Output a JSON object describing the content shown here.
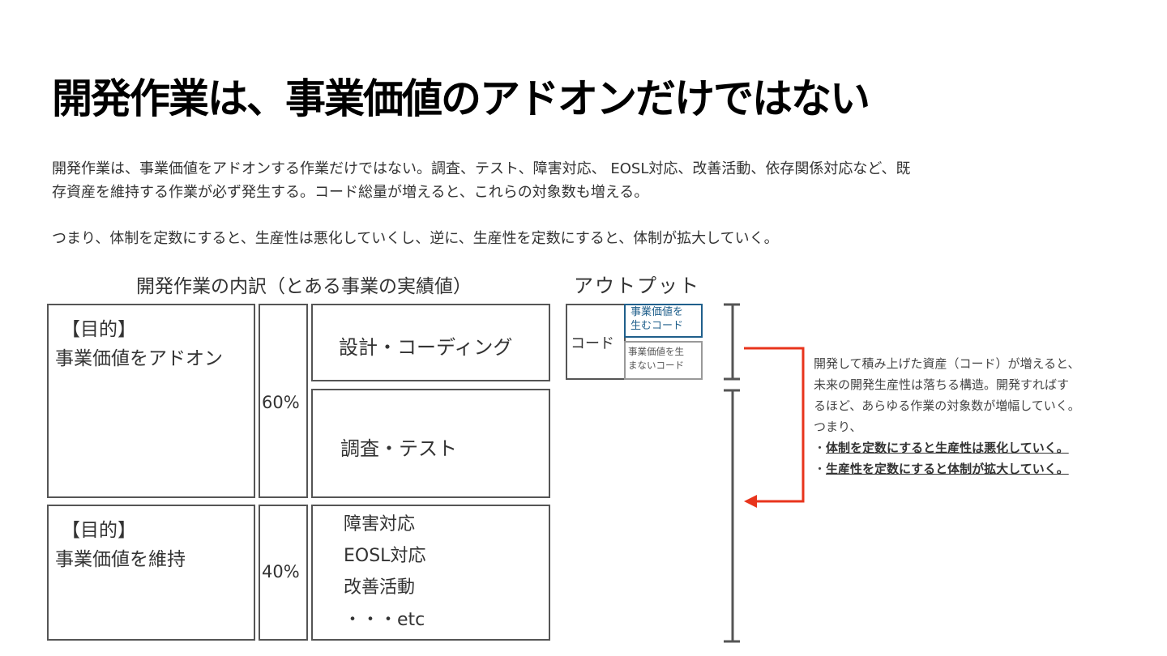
{
  "slide": {
    "title": "開発作業は、事業価値のアドオンだけではない",
    "paragraph1_line1": "開発作業は、事業価値をアドオンする作業だけではない。調査、テスト、障害対応、 EOSL対応、改善活動、依存関係対応など、既",
    "paragraph1_line2": "存資産を維持する作業が必ず発生する。コード総量が増えると、これらの対象数も増える。",
    "paragraph2": "つまり、体制を定数にすると、生産性は悪化していくし、逆に、生産性を定数にすると、体制が拡大していく。"
  },
  "breakdown": {
    "heading": "開発作業の内訳（とある事業の実績値）",
    "purpose_add_line1": "【目的】",
    "purpose_add_line2": "事業価値をアドオン",
    "purpose_maintain_line1": "【目的】",
    "purpose_maintain_line2": "事業価値を維持",
    "pct_add": "60%",
    "pct_maintain": "40%",
    "task_design": "設計・コーディング",
    "task_research": "調査・テスト",
    "maintain_items": [
      "障害対応",
      "EOSL対応",
      "改善活動",
      "・・・etc"
    ]
  },
  "output": {
    "heading": "アウトプット",
    "code_label": "コード",
    "value_code_line1": "事業価値を",
    "value_code_line2": "生むコード",
    "nonvalue_code_line1": "事業価値を生",
    "nonvalue_code_line2": "まないコード"
  },
  "note": {
    "line1": "開発して積み上げた資産（コード）が増えると、",
    "line2": "未来の開発生産性は落ちる構造。開発すればす",
    "line3": "るほど、あらゆる作業の対象数が増幅していく。",
    "line4": "つまり、",
    "bullet1": "体制を定数にすると生産性は悪化していく。",
    "bullet2": "生産性を定数にすると体制が拡大していく。"
  },
  "colors": {
    "arrow": "#e8341c",
    "value_code_border": "#1f5f8b",
    "value_code_text": "#1f5f8b",
    "box_border": "#555555",
    "bracket": "#555555"
  }
}
